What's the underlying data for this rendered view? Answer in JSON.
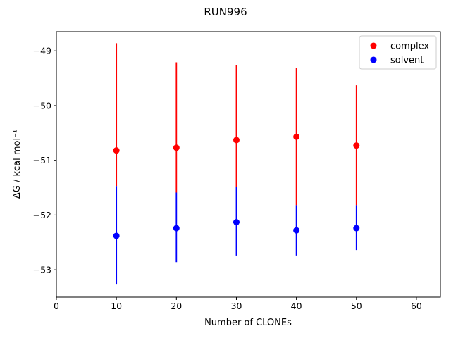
{
  "chart_data": {
    "type": "scatter",
    "title": "RUN996",
    "xlabel": "Number of CLONEs",
    "ylabel": "ΔG / kcal mol⁻¹",
    "xlim": [
      0,
      64
    ],
    "ylim": [
      -53.5,
      -48.65
    ],
    "xticks": [
      0,
      10,
      20,
      30,
      40,
      50,
      60
    ],
    "yticks": [
      -53,
      -52,
      -51,
      -50,
      -49
    ],
    "ytick_labels": [
      "−53",
      "−52",
      "−51",
      "−50",
      "−49"
    ],
    "legend_position": "top-right",
    "grid": false,
    "series": [
      {
        "name": "complex",
        "color": "#ff0000",
        "points": [
          {
            "x": 10,
            "y": -50.82,
            "ylow": -51.47,
            "yhigh": -48.86
          },
          {
            "x": 20,
            "y": -50.77,
            "ylow": -51.59,
            "yhigh": -49.21
          },
          {
            "x": 30,
            "y": -50.63,
            "ylow": -51.49,
            "yhigh": -49.26
          },
          {
            "x": 40,
            "y": -50.57,
            "ylow": -51.82,
            "yhigh": -49.31
          },
          {
            "x": 50,
            "y": -50.73,
            "ylow": -51.82,
            "yhigh": -49.63
          }
        ]
      },
      {
        "name": "solvent",
        "color": "#0000ff",
        "points": [
          {
            "x": 10,
            "y": -52.38,
            "ylow": -53.27,
            "yhigh": -51.47
          },
          {
            "x": 20,
            "y": -52.24,
            "ylow": -52.86,
            "yhigh": -51.59
          },
          {
            "x": 30,
            "y": -52.13,
            "ylow": -52.74,
            "yhigh": -51.49
          },
          {
            "x": 40,
            "y": -52.28,
            "ylow": -52.74,
            "yhigh": -51.82
          },
          {
            "x": 50,
            "y": -52.24,
            "ylow": -52.64,
            "yhigh": -51.82
          }
        ]
      }
    ]
  }
}
